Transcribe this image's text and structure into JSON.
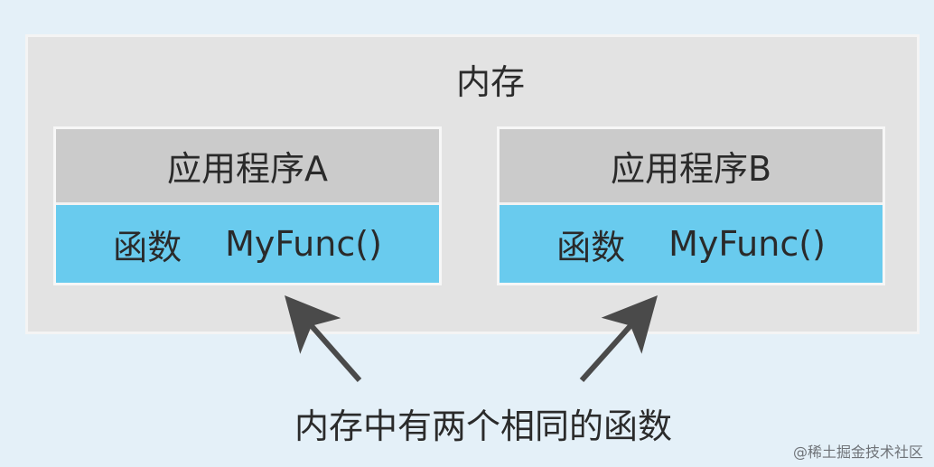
{
  "memory": {
    "title": "内存"
  },
  "apps": [
    {
      "name": "应用程序A",
      "function_kind": "函数",
      "function_name": "MyFunc()"
    },
    {
      "name": "应用程序B",
      "function_kind": "函数",
      "function_name": "MyFunc()"
    }
  ],
  "caption": "内存中有两个相同的函数",
  "watermark": "@稀土掘金技术社区",
  "colors": {
    "background": "#e4f0f8",
    "memory_fill": "#e3e3e3",
    "app_header_fill": "#cbcbcb",
    "function_fill": "#69cbee",
    "arrow": "#4a4a4a"
  }
}
